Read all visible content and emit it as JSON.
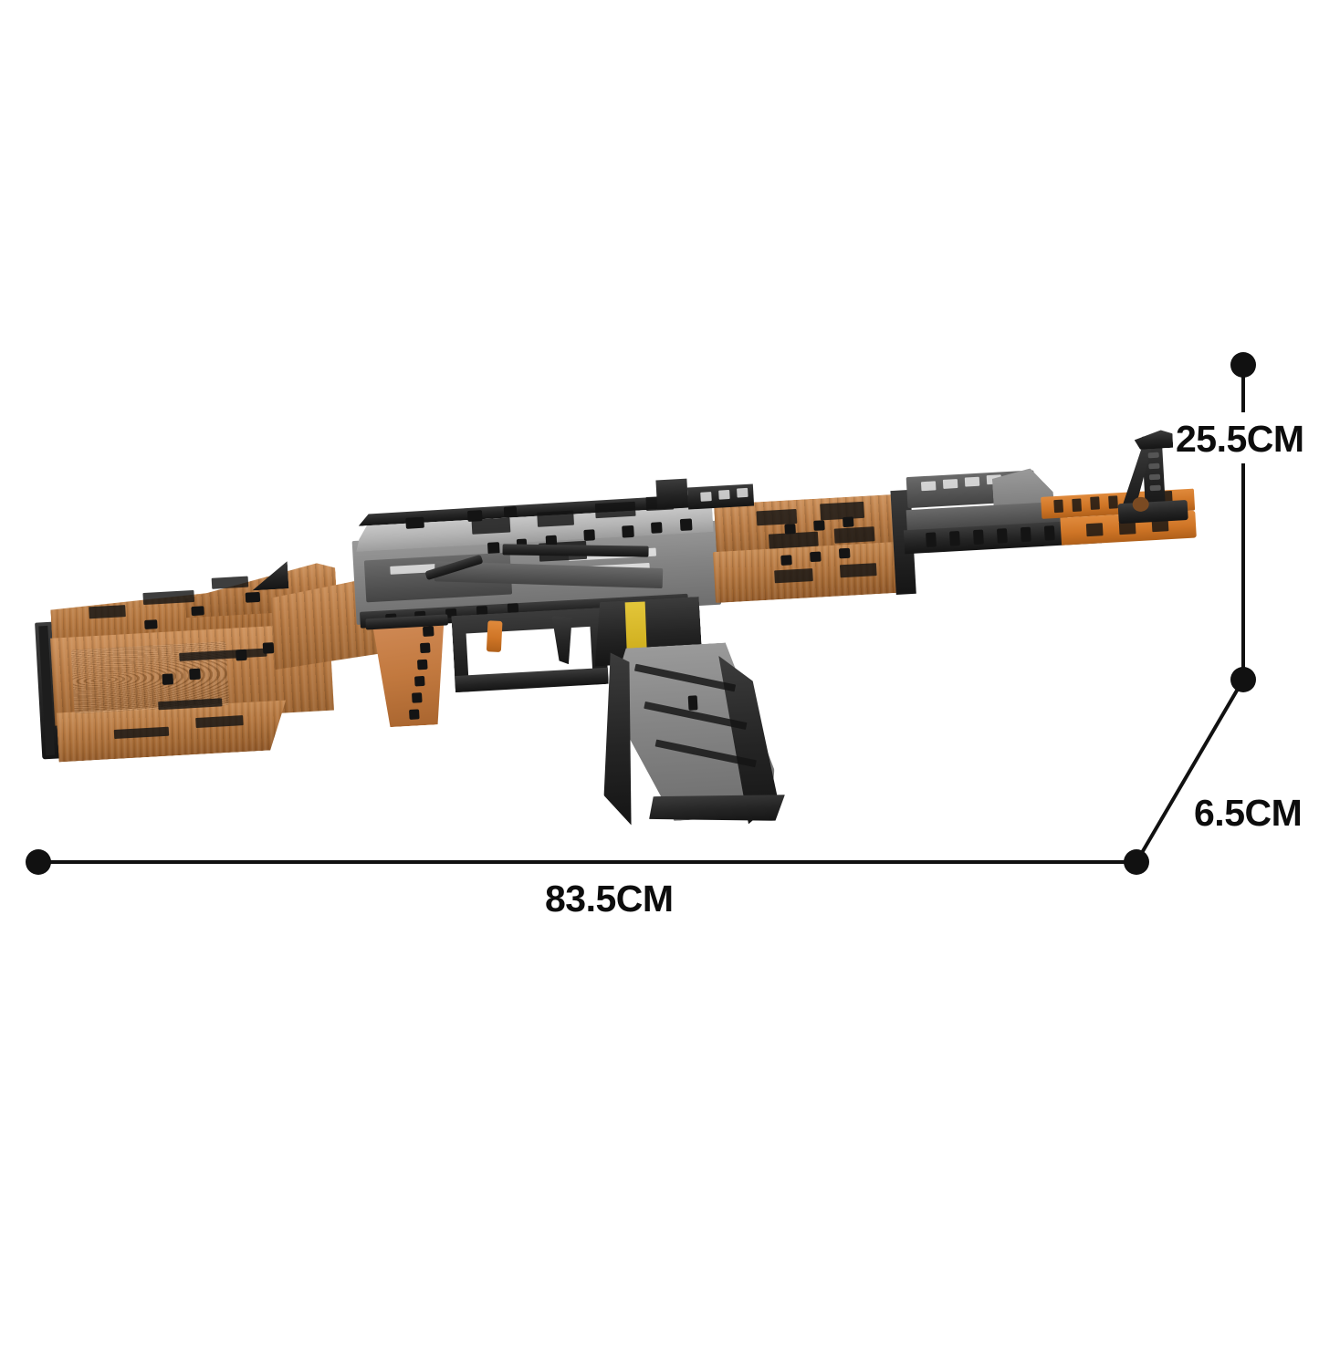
{
  "page": {
    "background_color": "#ffffff",
    "type": "product-dimension-diagram",
    "subject": "brick-built AK-47 assault rifle model"
  },
  "dimensions": {
    "width": {
      "value": "83.5CM",
      "axis": "horizontal",
      "label": "83.5CM"
    },
    "height": {
      "value": "25.5CM",
      "axis": "vertical",
      "label": "25.5CM"
    },
    "depth": {
      "value": "6.5CM",
      "axis": "diagonal",
      "label": "6.5CM"
    }
  },
  "callouts": {
    "line_color": "#111111",
    "dot_color": "#111111",
    "text_color": "#0d0d0d"
  },
  "model_colors": {
    "wood_stock": "#a8723f",
    "wood_handguard": "#b87a43",
    "receiver_grey": "#808080",
    "light_grey": "#b4b4b4",
    "dark_grey": "#555555",
    "black": "#1d1d1d",
    "grip_orange_brown": "#c2793f",
    "muzzle_orange": "#cf7526",
    "accent_yellow": "#cfae1d"
  },
  "model_parts": [
    {
      "name": "buttstock",
      "material": "wood"
    },
    {
      "name": "butt-plate",
      "material": "black"
    },
    {
      "name": "receiver",
      "material": "grey"
    },
    {
      "name": "top-cover",
      "material": "light-grey"
    },
    {
      "name": "pistol-grip",
      "material": "orange-brown"
    },
    {
      "name": "trigger",
      "material": "black"
    },
    {
      "name": "trigger-guard",
      "material": "black"
    },
    {
      "name": "magazine",
      "material": "grey"
    },
    {
      "name": "handguard",
      "material": "wood"
    },
    {
      "name": "gas-tube",
      "material": "grey"
    },
    {
      "name": "barrel",
      "material": "dark-grey"
    },
    {
      "name": "muzzle",
      "material": "orange"
    },
    {
      "name": "front-sight",
      "material": "black"
    },
    {
      "name": "charging-handle",
      "material": "black"
    },
    {
      "name": "accent-stripe",
      "material": "yellow"
    }
  ]
}
